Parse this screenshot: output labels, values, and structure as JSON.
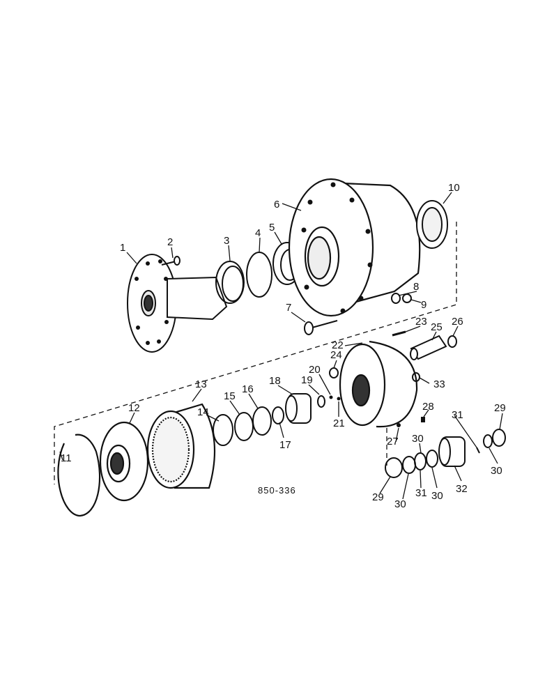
{
  "drawing_ref": "850-336",
  "callouts": [
    {
      "id": "c1",
      "n": "1"
    },
    {
      "id": "c2",
      "n": "2"
    },
    {
      "id": "c3",
      "n": "3"
    },
    {
      "id": "c4",
      "n": "4"
    },
    {
      "id": "c5",
      "n": "5"
    },
    {
      "id": "c6",
      "n": "6"
    },
    {
      "id": "c7",
      "n": "7"
    },
    {
      "id": "c8",
      "n": "8"
    },
    {
      "id": "c9",
      "n": "9"
    },
    {
      "id": "c10",
      "n": "10"
    },
    {
      "id": "c11",
      "n": "11"
    },
    {
      "id": "c12",
      "n": "12"
    },
    {
      "id": "c13",
      "n": "13"
    },
    {
      "id": "c14",
      "n": "14"
    },
    {
      "id": "c15",
      "n": "15"
    },
    {
      "id": "c16",
      "n": "16"
    },
    {
      "id": "c17",
      "n": "17"
    },
    {
      "id": "c18",
      "n": "18"
    },
    {
      "id": "c19",
      "n": "19"
    },
    {
      "id": "c20",
      "n": "20"
    },
    {
      "id": "c21",
      "n": "21"
    },
    {
      "id": "c22",
      "n": "22"
    },
    {
      "id": "c23",
      "n": "23"
    },
    {
      "id": "c24",
      "n": "24"
    },
    {
      "id": "c25",
      "n": "25"
    },
    {
      "id": "c26",
      "n": "26"
    },
    {
      "id": "c27",
      "n": "27"
    },
    {
      "id": "c28",
      "n": "28"
    },
    {
      "id": "c29a",
      "n": "29"
    },
    {
      "id": "c29b",
      "n": "29"
    },
    {
      "id": "c30a",
      "n": "30"
    },
    {
      "id": "c30b",
      "n": "30"
    },
    {
      "id": "c30c",
      "n": "30"
    },
    {
      "id": "c30d",
      "n": "30"
    },
    {
      "id": "c31a",
      "n": "31"
    },
    {
      "id": "c31b",
      "n": "31"
    },
    {
      "id": "c32",
      "n": "32"
    },
    {
      "id": "c33",
      "n": "33"
    }
  ]
}
